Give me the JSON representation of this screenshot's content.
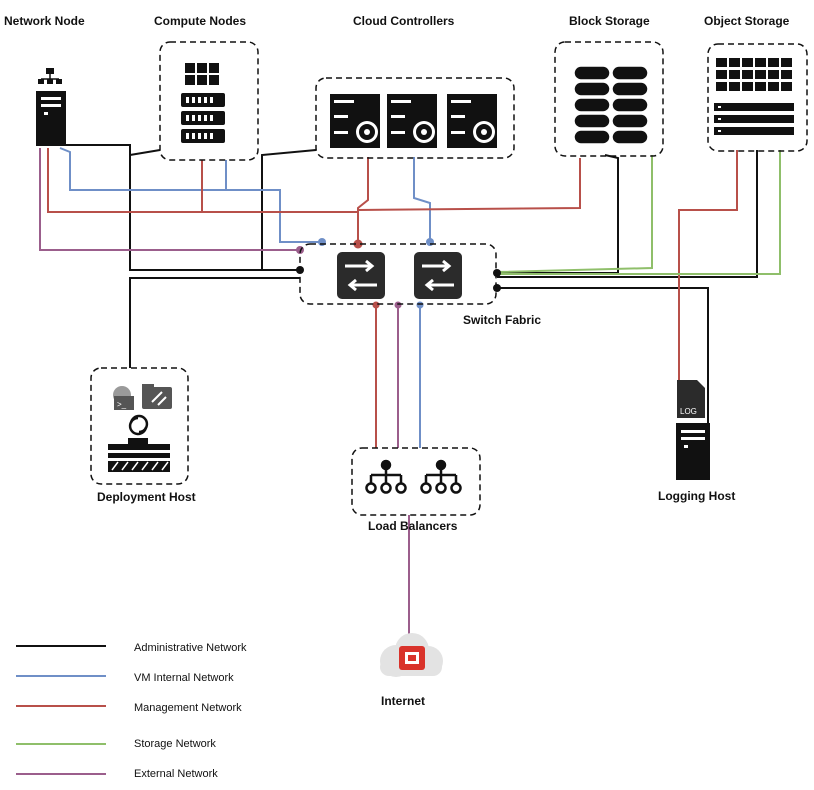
{
  "nodes": {
    "network_node": "Network Node",
    "compute_nodes": "Compute Nodes",
    "cloud_controllers": "Cloud Controllers",
    "block_storage": "Block Storage",
    "object_storage": "Object Storage",
    "switch_fabric": "Switch Fabric",
    "deployment_host": "Deployment Host",
    "load_balancers": "Load Balancers",
    "logging_host": "Logging Host",
    "internet": "Internet",
    "log_file_tag": "LOG"
  },
  "legend": [
    {
      "key": "admin",
      "label": "Administrative Network",
      "color": "#111111"
    },
    {
      "key": "vm",
      "label": "VM Internal Network",
      "color": "#6f8fc7"
    },
    {
      "key": "mgmt",
      "label": "Management Network",
      "color": "#b8504a"
    },
    {
      "key": "storage",
      "label": "Storage Network",
      "color": "#8fbf6a"
    },
    {
      "key": "external",
      "label": "External Network",
      "color": "#9b5e8c"
    }
  ],
  "colors": {
    "administrative": "#111111",
    "vm_internal": "#6f8fc7",
    "management": "#b8504a",
    "storage": "#8fbf6a",
    "external": "#9b5e8c",
    "icon_fill": "#111111",
    "switch_fill": "#2b2b2b",
    "internet_red": "#d9332b"
  },
  "icons": {
    "network_node": "server-tower-icon",
    "compute_nodes": "server-rack-icon",
    "cloud_controllers": "controller-server-icon",
    "block_storage": "disk-stack-icon",
    "object_storage": "object-grid-icon",
    "switch": "switch-icon",
    "deployment_host": "deployment-tools-icon",
    "load_balancer": "load-balancer-icon",
    "logging_host": "log-server-icon",
    "internet": "cloud-icon"
  }
}
